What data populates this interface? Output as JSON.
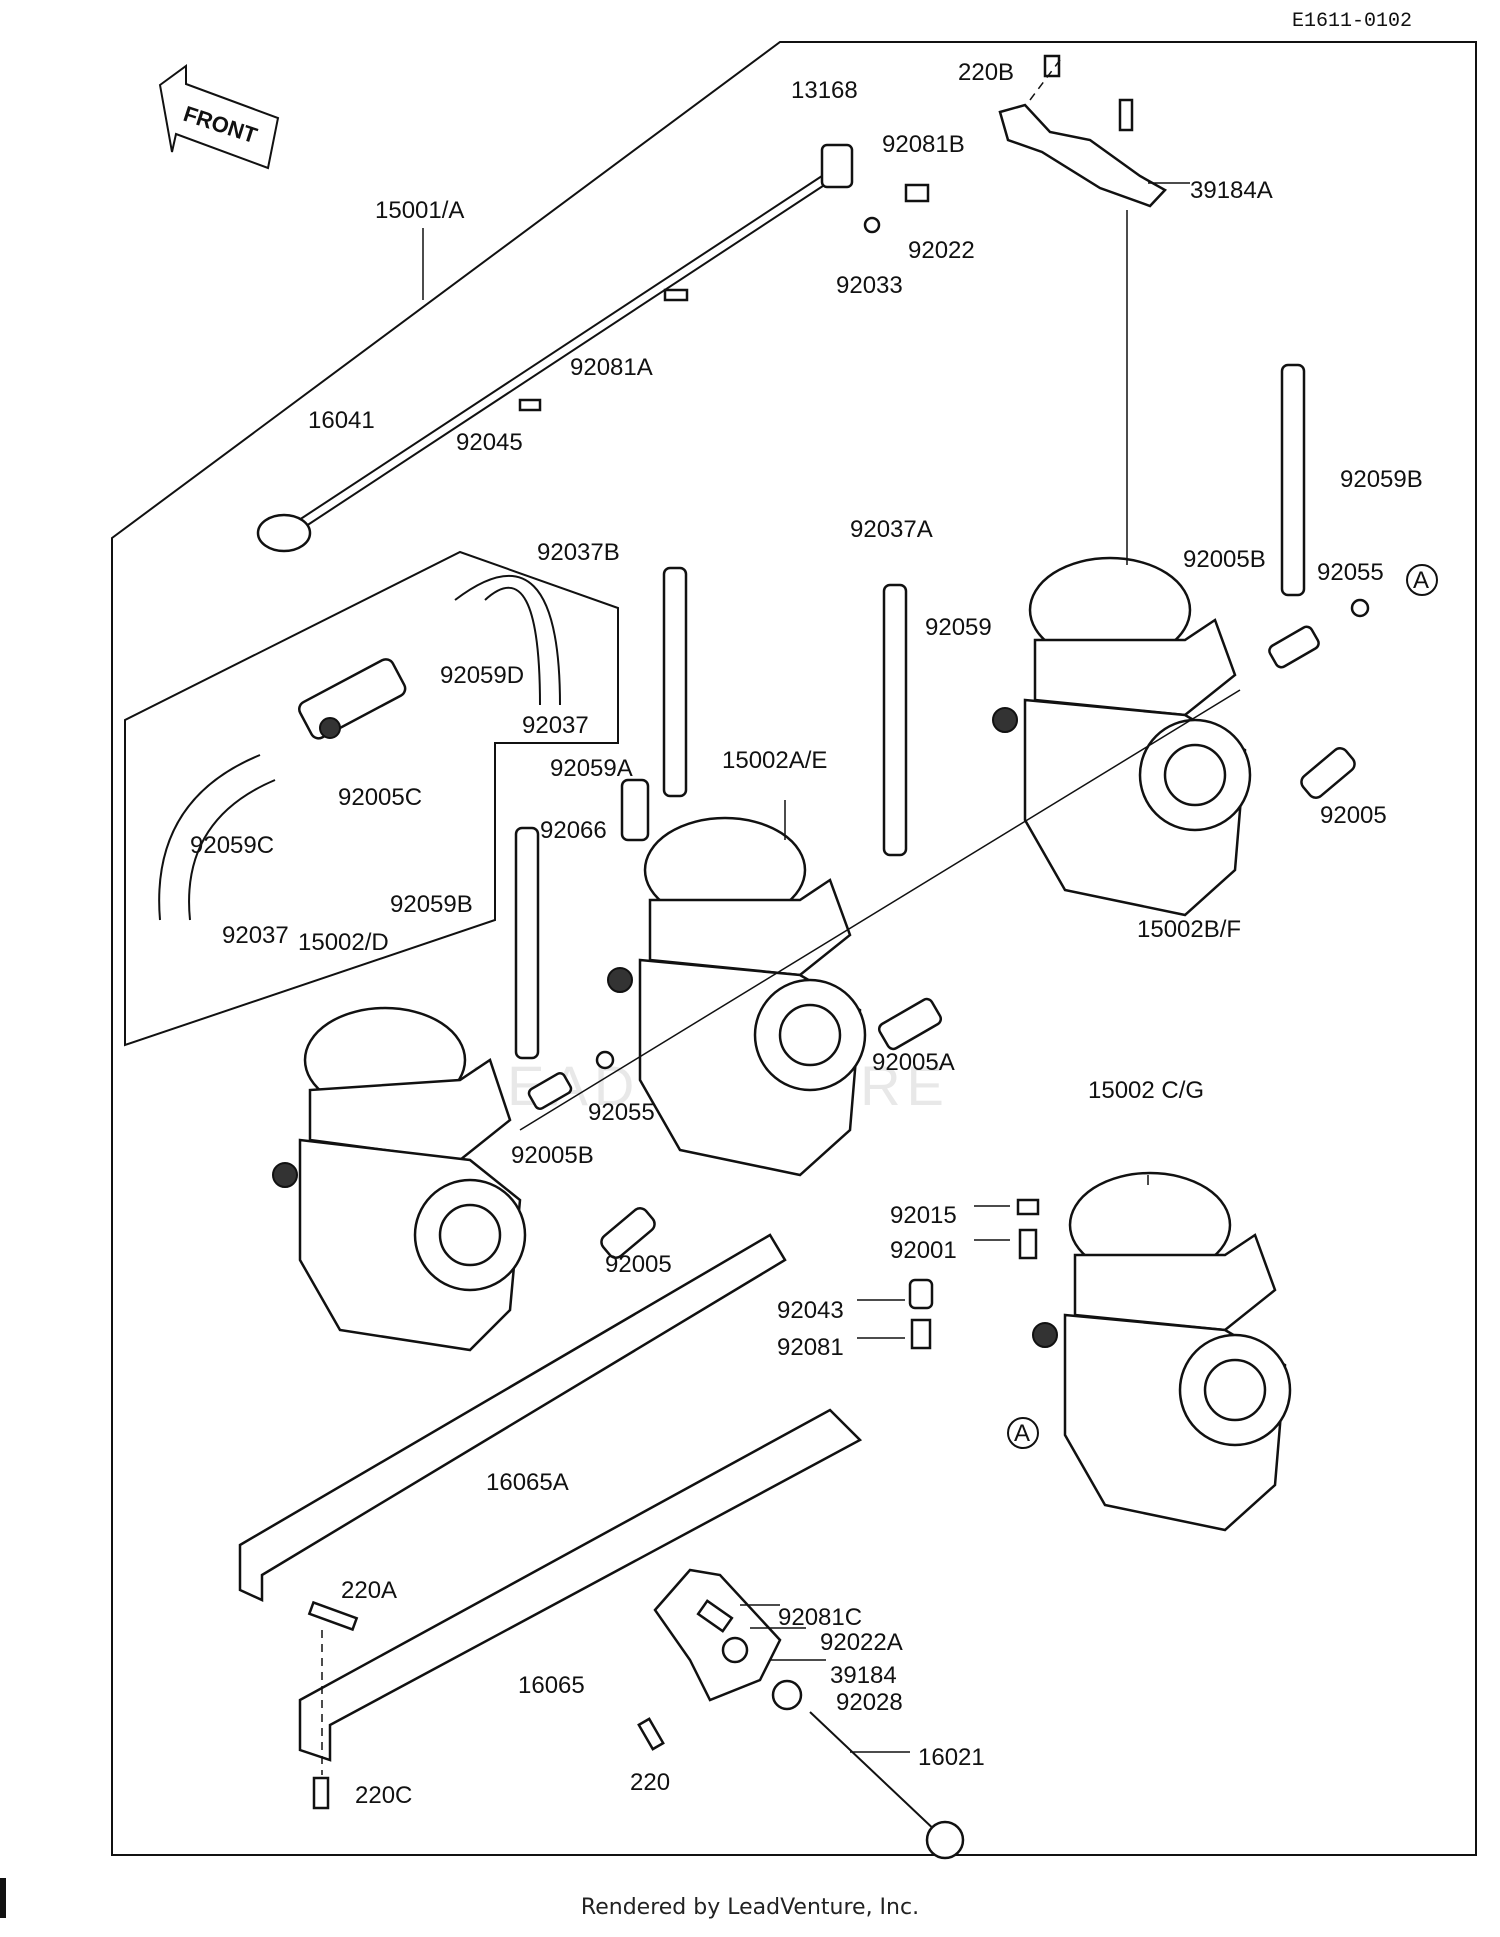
{
  "diagram": {
    "code": "E1611-0102",
    "front_label": "FRONT",
    "watermark": "LEADVENTURE",
    "callout_a": "A",
    "labels": {
      "l220B": "220B",
      "l13168": "13168",
      "l92081B": "92081B",
      "l39184A": "39184A",
      "l15001A": "15001/A",
      "l92022": "92022",
      "l92033": "92033",
      "l92081A": "92081A",
      "l16041": "16041",
      "l92045": "92045",
      "l92059B_top": "92059B",
      "l92037B": "92037B",
      "l92037A": "92037A",
      "l92005B_right": "92005B",
      "l92055_right": "92055",
      "l92059": "92059",
      "l92059D": "92059D",
      "l92037_top": "92037",
      "l92005C": "92005C",
      "l92059A": "92059A",
      "l15002AE": "15002A/E",
      "l92005_right": "92005",
      "l92066": "92066",
      "l92059C": "92059C",
      "l92059B_mid": "92059B",
      "l92037_low": "92037",
      "l15002BF": "15002B/F",
      "l15002D": "15002/D",
      "l92005A": "92005A",
      "l92055_mid": "92055",
      "l15002CG": "15002 C/G",
      "l92005B_mid": "92005B",
      "l92015": "92015",
      "l92001": "92001",
      "l92005_mid": "92005",
      "l92043": "92043",
      "l92081": "92081",
      "l16065A": "16065A",
      "l220A": "220A",
      "l92081C": "92081C",
      "l92022A": "92022A",
      "l39184": "39184",
      "l16065": "16065",
      "l92028": "92028",
      "l16021": "16021",
      "l220": "220",
      "l220C": "220C"
    }
  },
  "footer": "Rendered by LeadVenture, Inc."
}
